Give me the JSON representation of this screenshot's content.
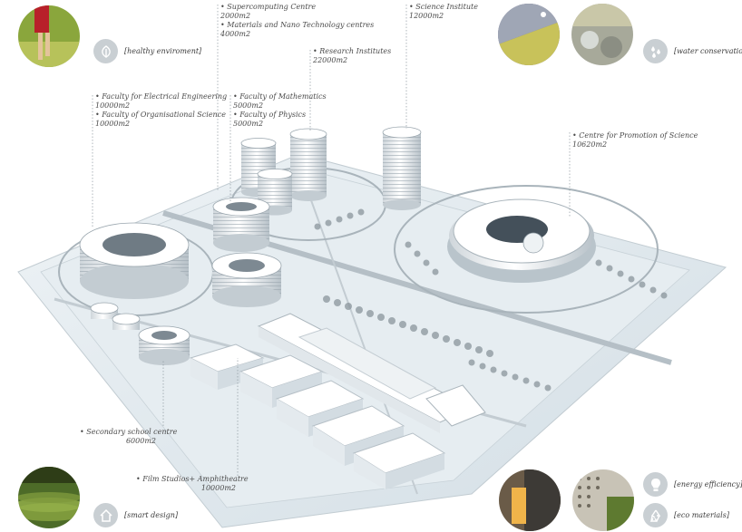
{
  "labels": {
    "supercomputing": "• Supercomputing Centre",
    "supercomputing_area": "2000m2",
    "materials": "• Materials and Nano Technology centres",
    "materials_area": "4000m2",
    "science_institute": "• Science Institute",
    "science_institute_area": "12000m2",
    "research": "• Research Institutes",
    "research_area": "22000m2",
    "electrical": "• Faculty for Electrical Engineering",
    "electrical_area": "10000m2",
    "organisational": "• Faculty of Organisational Science",
    "organisational_area": "10000m2",
    "mathematics": "• Faculty of Mathematics",
    "mathematics_area": "5000m2",
    "physics": "• Faculty of Physics",
    "physics_area": "5000m2",
    "promotion": "• Centre for Promotion of Science",
    "promotion_area": "10620m2",
    "school": "• Secondary school centre",
    "school_area": "6000m2",
    "film": "• Film Studios+ Amphitheatre",
    "film_area": "10000m2"
  },
  "features": {
    "healthy": "[healthy enviroment]",
    "water": "[water conservation]",
    "smart": "[smart design]",
    "energy": "[energy efficiency]",
    "eco": "[eco materials]"
  },
  "icons": {
    "healthy": "leaf-icon",
    "water": "water-drops-icon",
    "smart": "house-icon",
    "energy": "lightbulb-icon",
    "eco": "recycle-icon"
  },
  "colors": {
    "icon_bg": "#c9cfd3",
    "base": "#dfe7ec",
    "label_text": "#4a4a4a"
  }
}
